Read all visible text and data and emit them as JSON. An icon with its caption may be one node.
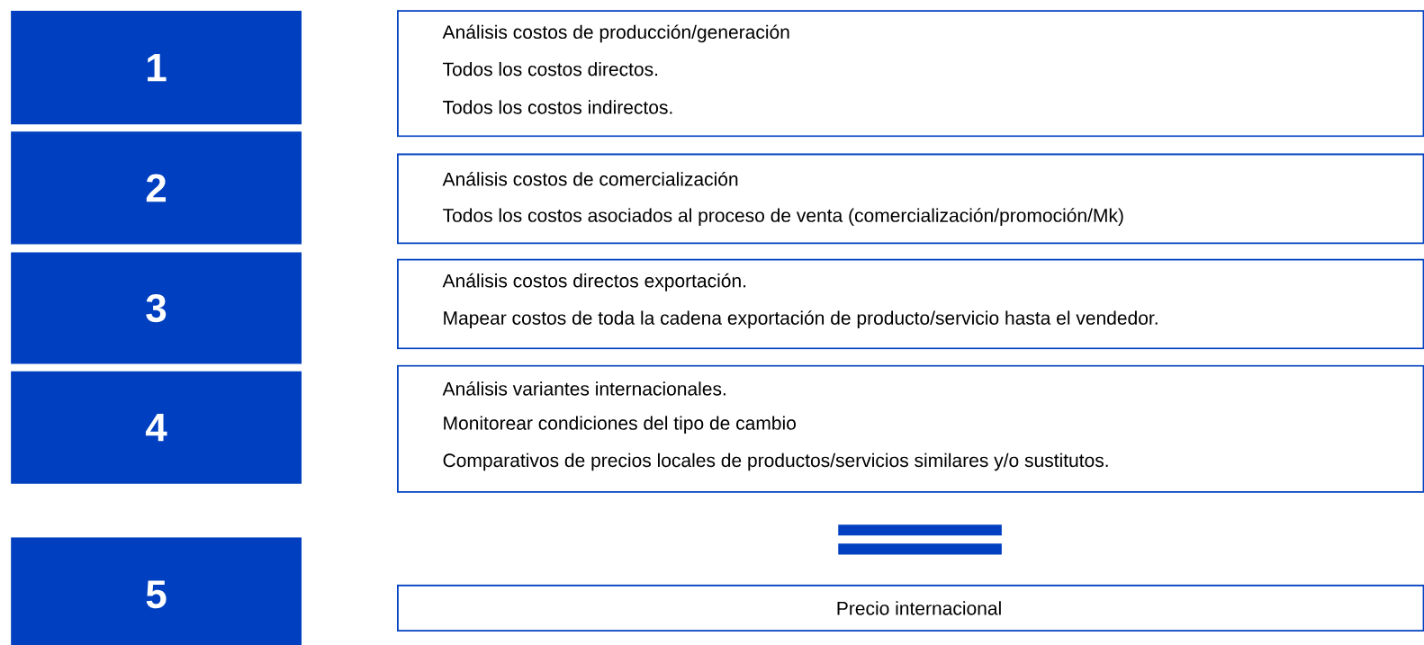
{
  "diagram": {
    "nodes": [
      {
        "text": [
          "1"
        ]
      },
      {
        "text": [
          "2"
        ]
      },
      {
        "text": [
          "3"
        ]
      },
      {
        "text": [
          "4"
        ]
      },
      {
        "text": [
          "5"
        ]
      },
      {
        "text": [
          "Análisis costos de producción/generación",
          "Todos los costos directos.",
          "Todos los costos indirectos."
        ]
      },
      {
        "text": [
          "Análisis costos de comercialización",
          "Todos los costos asociados al proceso de venta (comercialización/promoción/Mk)"
        ]
      },
      {
        "text": [
          "Análisis costos directos exportación.",
          "Mapear costos de toda la cadena exportación de producto/servicio hasta el vendedor."
        ]
      },
      {
        "text": [
          "Análisis variantes internacionales.",
          "Monitorear condiciones del tipo de cambio",
          "Comparativos de precios locales de productos/servicios similares y/o sustitutos."
        ]
      },
      {
        "text": [
          "Precio internacional"
        ]
      }
    ]
  }
}
